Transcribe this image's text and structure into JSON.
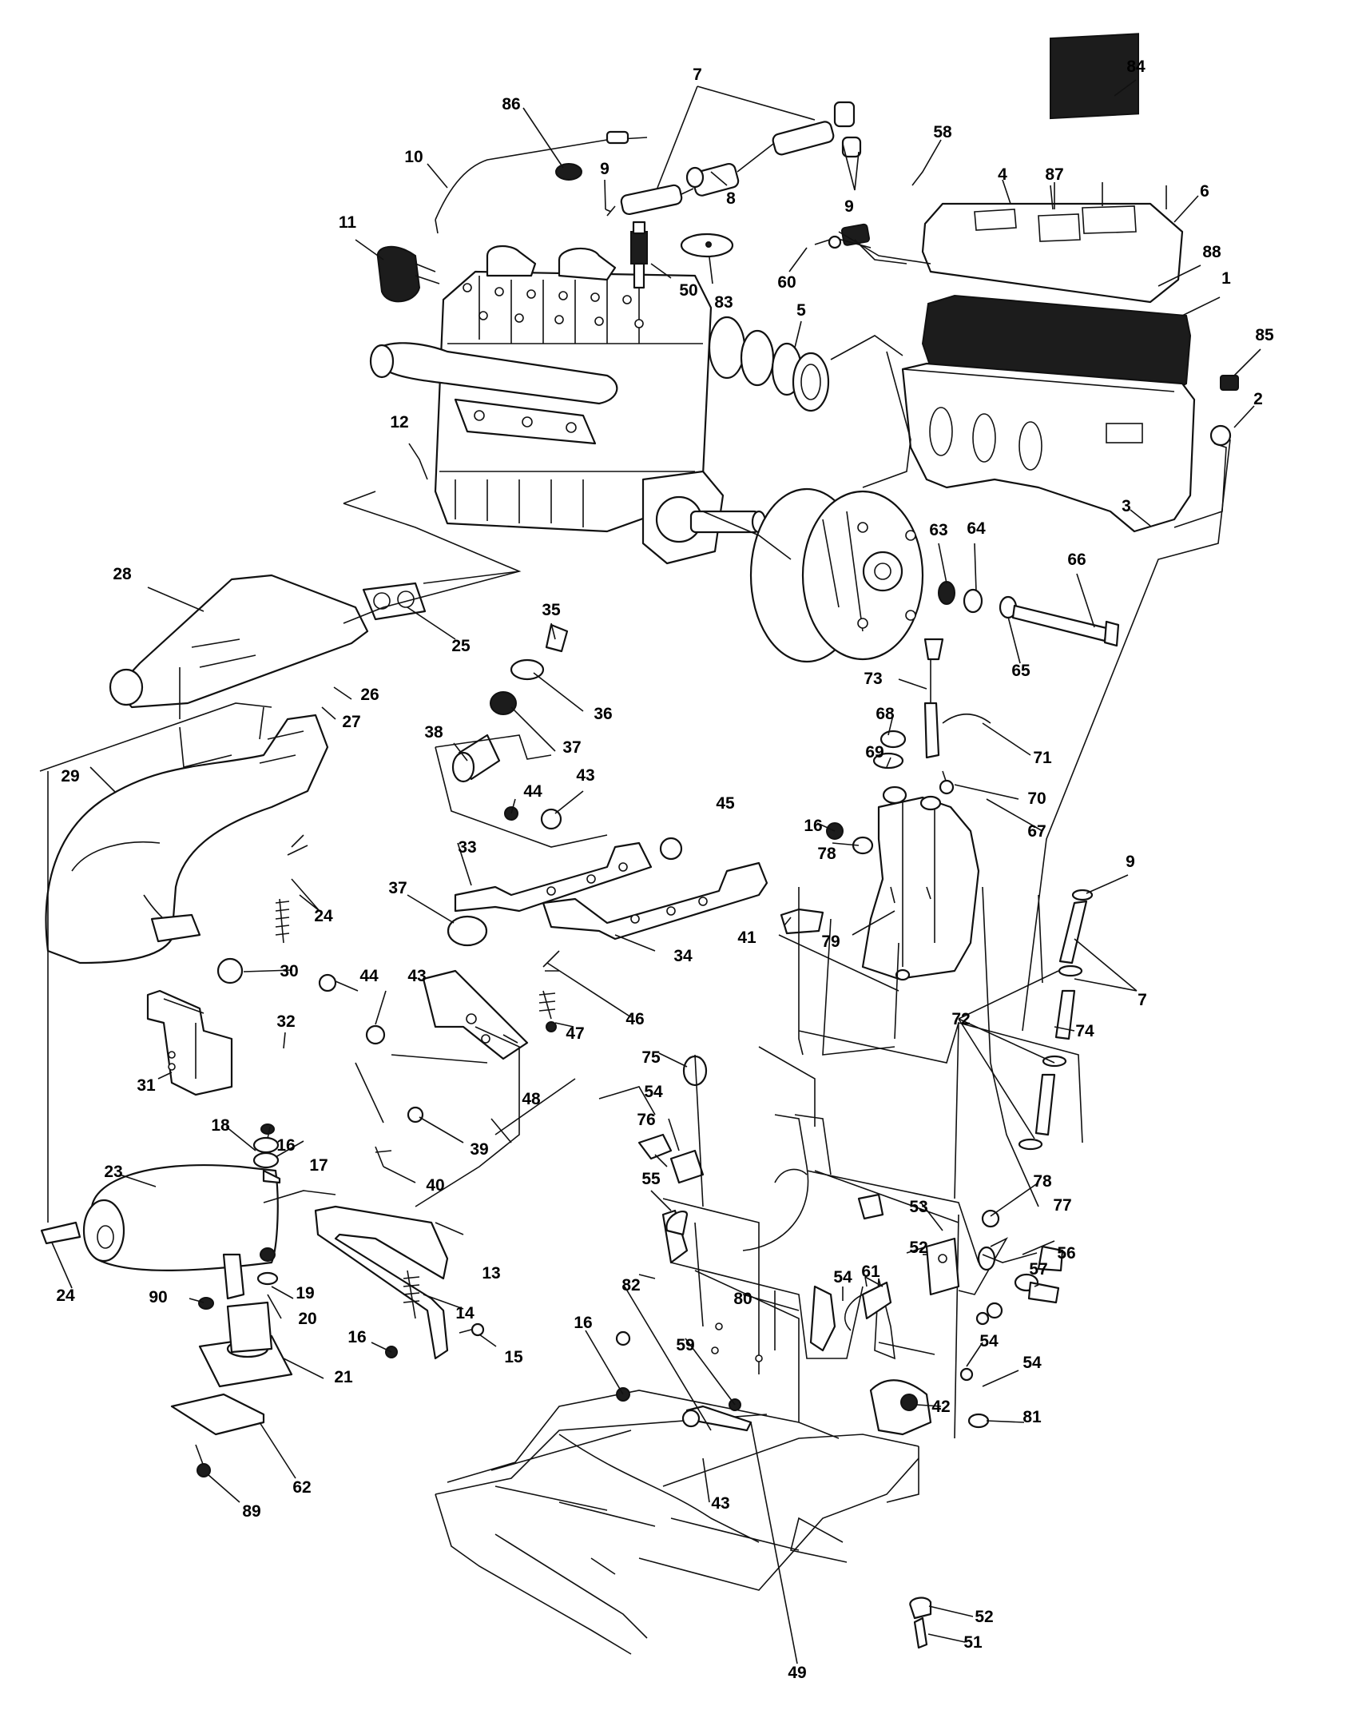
{
  "diagram": {
    "callouts": [
      {
        "id": "c84",
        "text": "84"
      },
      {
        "id": "c7a",
        "text": "7"
      },
      {
        "id": "c86",
        "text": "86"
      },
      {
        "id": "c58",
        "text": "58"
      },
      {
        "id": "c10",
        "text": "10"
      },
      {
        "id": "c9a",
        "text": "9"
      },
      {
        "id": "c8",
        "text": "8"
      },
      {
        "id": "c9b",
        "text": "9"
      },
      {
        "id": "c4",
        "text": "4"
      },
      {
        "id": "c87",
        "text": "87"
      },
      {
        "id": "c6",
        "text": "6"
      },
      {
        "id": "c11",
        "text": "11"
      },
      {
        "id": "c50",
        "text": "50"
      },
      {
        "id": "c83",
        "text": "83"
      },
      {
        "id": "c60",
        "text": "60"
      },
      {
        "id": "c88",
        "text": "88"
      },
      {
        "id": "c1",
        "text": "1"
      },
      {
        "id": "c5",
        "text": "5"
      },
      {
        "id": "c85",
        "text": "85"
      },
      {
        "id": "c2",
        "text": "2"
      },
      {
        "id": "c12",
        "text": "12"
      },
      {
        "id": "c3",
        "text": "3"
      },
      {
        "id": "c63",
        "text": "63"
      },
      {
        "id": "c64",
        "text": "64"
      },
      {
        "id": "c66",
        "text": "66"
      },
      {
        "id": "c28",
        "text": "28"
      },
      {
        "id": "c25",
        "text": "25"
      },
      {
        "id": "c35",
        "text": "35"
      },
      {
        "id": "c65",
        "text": "65"
      },
      {
        "id": "c26",
        "text": "26"
      },
      {
        "id": "c36",
        "text": "36"
      },
      {
        "id": "c73",
        "text": "73"
      },
      {
        "id": "c27",
        "text": "27"
      },
      {
        "id": "c37a",
        "text": "37"
      },
      {
        "id": "c38",
        "text": "38"
      },
      {
        "id": "c68",
        "text": "68"
      },
      {
        "id": "c71",
        "text": "71"
      },
      {
        "id": "c29",
        "text": "29"
      },
      {
        "id": "c69",
        "text": "69"
      },
      {
        "id": "c44a",
        "text": "44"
      },
      {
        "id": "c43a",
        "text": "43"
      },
      {
        "id": "c70",
        "text": "70"
      },
      {
        "id": "c45",
        "text": "45"
      },
      {
        "id": "c16a",
        "text": "16"
      },
      {
        "id": "c67",
        "text": "67"
      },
      {
        "id": "c78a",
        "text": "78"
      },
      {
        "id": "c33",
        "text": "33"
      },
      {
        "id": "c9c",
        "text": "9"
      },
      {
        "id": "c24a",
        "text": "24"
      },
      {
        "id": "c37b",
        "text": "37"
      },
      {
        "id": "c41",
        "text": "41"
      },
      {
        "id": "c79",
        "text": "79"
      },
      {
        "id": "c34",
        "text": "34"
      },
      {
        "id": "c30",
        "text": "30"
      },
      {
        "id": "c44b",
        "text": "44"
      },
      {
        "id": "c43b",
        "text": "43"
      },
      {
        "id": "c46",
        "text": "46"
      },
      {
        "id": "c7b",
        "text": "7"
      },
      {
        "id": "c72",
        "text": "72"
      },
      {
        "id": "c32",
        "text": "32"
      },
      {
        "id": "c47",
        "text": "47"
      },
      {
        "id": "c74",
        "text": "74"
      },
      {
        "id": "c31",
        "text": "31"
      },
      {
        "id": "c48",
        "text": "48"
      },
      {
        "id": "c75",
        "text": "75"
      },
      {
        "id": "c16b",
        "text": "16"
      },
      {
        "id": "c18",
        "text": "18"
      },
      {
        "id": "c54a",
        "text": "54"
      },
      {
        "id": "c17",
        "text": "17"
      },
      {
        "id": "c39",
        "text": "39"
      },
      {
        "id": "c76",
        "text": "76"
      },
      {
        "id": "c23",
        "text": "23"
      },
      {
        "id": "c40",
        "text": "40"
      },
      {
        "id": "c55",
        "text": "55"
      },
      {
        "id": "c78b",
        "text": "78"
      },
      {
        "id": "c77",
        "text": "77"
      },
      {
        "id": "c53",
        "text": "53"
      },
      {
        "id": "c56",
        "text": "56"
      },
      {
        "id": "c52a",
        "text": "52"
      },
      {
        "id": "c13",
        "text": "13"
      },
      {
        "id": "c57",
        "text": "57"
      },
      {
        "id": "c61",
        "text": "61"
      },
      {
        "id": "c19",
        "text": "19"
      },
      {
        "id": "c54b",
        "text": "54"
      },
      {
        "id": "c14",
        "text": "14"
      },
      {
        "id": "c24b",
        "text": "24"
      },
      {
        "id": "c20",
        "text": "20"
      },
      {
        "id": "c90",
        "text": "90"
      },
      {
        "id": "c80",
        "text": "80"
      },
      {
        "id": "c82",
        "text": "82"
      },
      {
        "id": "c54c",
        "text": "54"
      },
      {
        "id": "c16c",
        "text": "16"
      },
      {
        "id": "c15",
        "text": "15"
      },
      {
        "id": "c16d",
        "text": "16"
      },
      {
        "id": "c59",
        "text": "59"
      },
      {
        "id": "c54d",
        "text": "54"
      },
      {
        "id": "c21",
        "text": "21"
      },
      {
        "id": "c42",
        "text": "42"
      },
      {
        "id": "c81",
        "text": "81"
      },
      {
        "id": "c62",
        "text": "62"
      },
      {
        "id": "c43c",
        "text": "43"
      },
      {
        "id": "c89",
        "text": "89"
      },
      {
        "id": "c52b",
        "text": "52"
      },
      {
        "id": "c51",
        "text": "51"
      },
      {
        "id": "c49",
        "text": "49"
      }
    ]
  }
}
